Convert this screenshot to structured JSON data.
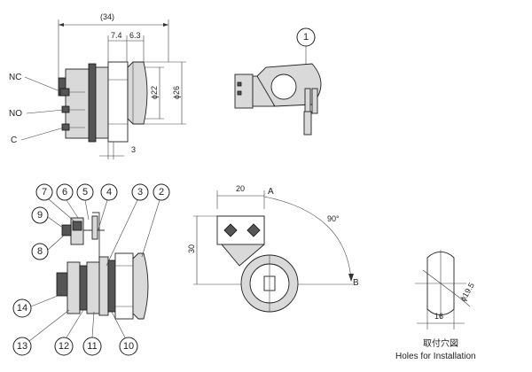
{
  "side_view": {
    "dim_overall": "(34)",
    "dim_a": "7.4",
    "dim_b": "6.3",
    "dim_d1": "ϕ22",
    "dim_d2": "ϕ26",
    "dim_gap": "3",
    "terminal_nc": "NC",
    "terminal_no": "NO",
    "terminal_c": "C"
  },
  "key_callout": "1",
  "callouts_top": [
    "7",
    "6",
    "5",
    "4",
    "3",
    "2"
  ],
  "callouts_left": [
    "9",
    "8",
    "14",
    "13"
  ],
  "callouts_bottom": [
    "12",
    "11",
    "10"
  ],
  "rotation": {
    "dim_width": "20",
    "dim_height": "30",
    "angle": "90°",
    "pos_a": "A",
    "pos_b": "B"
  },
  "holes": {
    "dim_flat": "16",
    "dim_dia": "ϕ19.5",
    "title_jp": "取付穴図",
    "title_en": "Holes for Installation"
  }
}
